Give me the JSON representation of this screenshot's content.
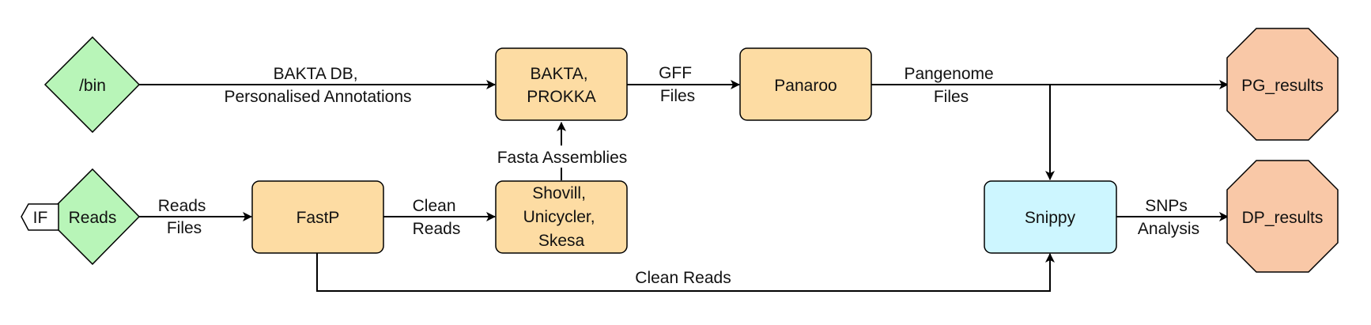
{
  "colors": {
    "input_fill": "#b8f5b8",
    "process_fill": "#fddca3",
    "snippy_fill": "#cdf6ff",
    "output_fill": "#f9c8a7",
    "stroke": "#000000"
  },
  "nodes": {
    "bin": "/bin",
    "reads": "Reads",
    "if_tag": "IF",
    "bakta": [
      "BAKTA,",
      "PROKKA"
    ],
    "panaroo": "Panaroo",
    "pg_results": "PG_results",
    "fastp": "FastP",
    "assembly": [
      "Shovill,",
      "Unicycler,",
      "Skesa"
    ],
    "snippy": "Snippy",
    "dp_results": "DP_results"
  },
  "edges": {
    "bin_to_bakta": [
      "BAKTA DB,",
      "Personalised Annotations"
    ],
    "bakta_to_panaroo": [
      "GFF",
      "Files"
    ],
    "panaroo_to_pg": [
      "Pangenome",
      "Files"
    ],
    "assembly_to_bakta": "Fasta Assemblies",
    "reads_to_fastp": [
      "Reads",
      "Files"
    ],
    "fastp_to_assembly": [
      "Clean",
      "Reads"
    ],
    "snippy_to_dp": [
      "SNPs",
      "Analysis"
    ],
    "fastp_to_snippy": "Clean Reads"
  }
}
